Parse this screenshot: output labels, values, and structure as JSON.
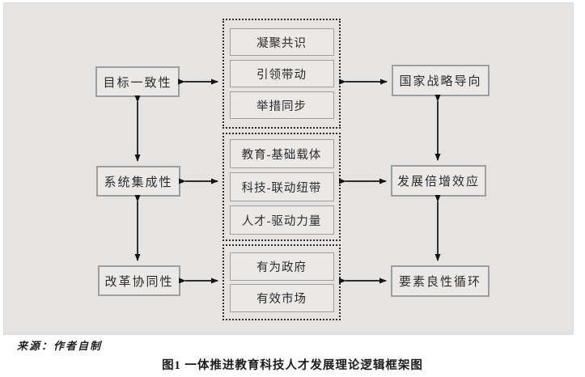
{
  "diagram": {
    "left_column": [
      "目标一致性",
      "系统集成性",
      "改革协同性"
    ],
    "center_groups": [
      [
        "凝聚共识",
        "引领带动",
        "举措同步"
      ],
      [
        "教育-基础载体",
        "科技-联动纽带",
        "人才-驱动力量"
      ],
      [
        "有为政府",
        "有效市场"
      ]
    ],
    "right_column": [
      "国家战略导向",
      "发展倍增效应",
      "要素良性循环"
    ],
    "footer": {
      "source": "来源：作者自制",
      "caption": "图1  一体推进教育科技人才发展理论逻辑框架图"
    },
    "colors": {
      "panel_bg": "#e5e4e3",
      "box_fill": "#eae9e8",
      "box_border": "#9e9e9e",
      "dotted_border": "#2a2a2a",
      "arrow": "#141414"
    }
  }
}
